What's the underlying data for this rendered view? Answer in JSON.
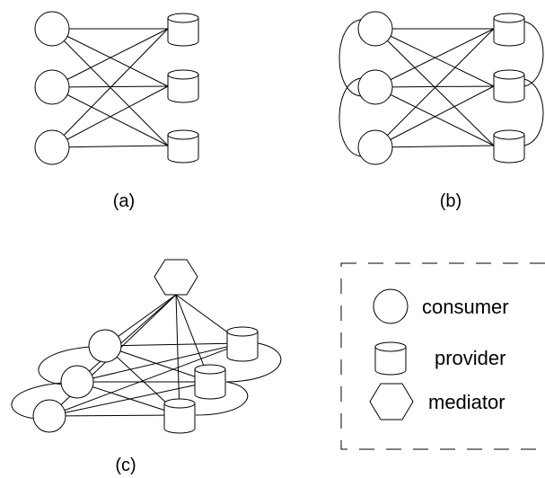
{
  "captions": {
    "a": "(a)",
    "b": "(b)",
    "c": "(c)"
  },
  "legend": {
    "consumer": "consumer",
    "provider": "provider",
    "mediator": "mediator"
  },
  "colors": {
    "line": "#000000",
    "background": "#ffffff"
  },
  "icons": [
    "consumer-circle-icon",
    "provider-cylinder-icon",
    "mediator-hexagon-icon"
  ]
}
